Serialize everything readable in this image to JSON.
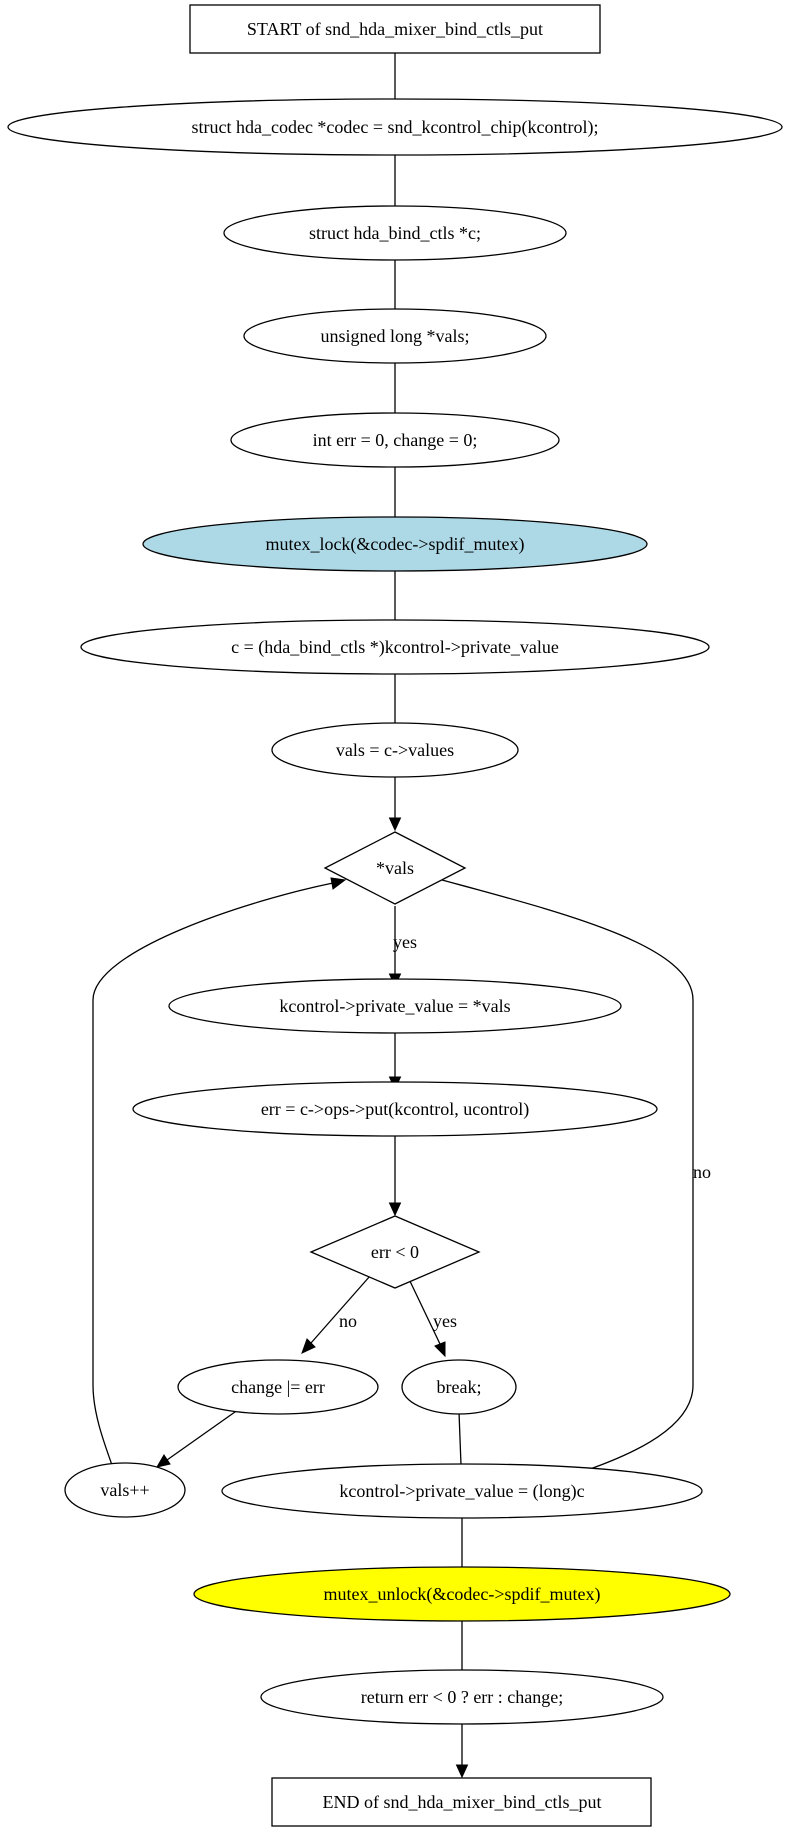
{
  "colors": {
    "stroke": "#000000",
    "background": "#ffffff",
    "mutex_lock_fill": "#add8e6",
    "mutex_unlock_fill": "#ffff00"
  },
  "nodes": {
    "start": "START of snd_hda_mixer_bind_ctls_put",
    "codec_decl": "struct hda_codec *codec = snd_kcontrol_chip(kcontrol);",
    "c_decl": "struct hda_bind_ctls *c;",
    "vals_decl": "unsigned long *vals;",
    "err_decl": "int err = 0, change = 0;",
    "mutex_lock": "mutex_lock(&codec->spdif_mutex)",
    "c_assign": "c = (hda_bind_ctls *)kcontrol->private_value",
    "vals_assign": "vals = c->values",
    "vals_check": "*vals",
    "private_value_vals": "kcontrol->private_value = *vals",
    "err_put": "err = c->ops->put(kcontrol, ucontrol)",
    "err_check": "err < 0",
    "change_or": "change |= err",
    "break_stmt": "break;",
    "vals_inc": "vals++",
    "private_value_c": "kcontrol->private_value = (long)c",
    "mutex_unlock": "mutex_unlock(&codec->spdif_mutex)",
    "return_stmt": "return err < 0 ? err : change;",
    "end": "END of snd_hda_mixer_bind_ctls_put"
  },
  "edge_labels": {
    "vals_yes": "yes",
    "vals_no": "no",
    "err_no": "no",
    "err_yes": "yes"
  }
}
